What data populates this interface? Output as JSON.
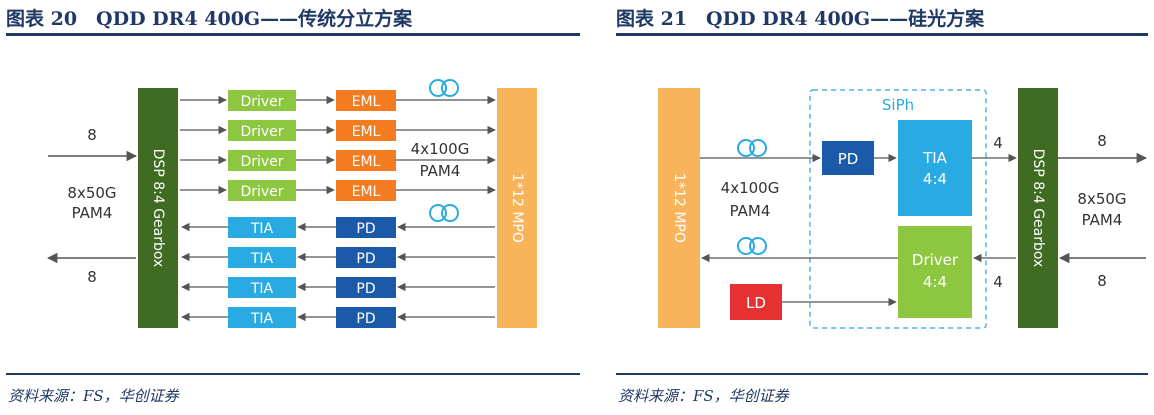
{
  "figures": [
    {
      "title": "图表 20　QDD DR4 400G——传统分立方案",
      "source": "资料来源：FS，华创证券",
      "gearbox_label": "DSP 8:4 Gearbox",
      "mpo_label": "1*12 MPO",
      "left_in_count": "8",
      "left_out_count": "8",
      "left_signal_line1": "8x50G",
      "left_signal_line2": "PAM4",
      "optical_line1": "4x100G",
      "optical_line2": "PAM4",
      "driver_label": "Driver",
      "eml_label": "EML",
      "tia_label": "TIA",
      "pd_label": "PD"
    },
    {
      "title": "图表 21　QDD DR4 400G——硅光方案",
      "source": "资料来源：FS，华创证券",
      "mpo_label": "1*12 MPO",
      "siph_label": "SiPh",
      "pd_label": "PD",
      "tia_label_line1": "TIA",
      "tia_label_line2": "4:4",
      "driver_label_line1": "Driver",
      "driver_label_line2": "4:4",
      "ld_label": "LD",
      "gearbox_label": "DSP 8:4 Gearbox",
      "optical_line1": "4x100G",
      "optical_line2": "PAM4",
      "lane_top": "4",
      "lane_bottom": "4",
      "right_out_count": "8",
      "right_in_count": "8",
      "right_signal_line1": "8x50G",
      "right_signal_line2": "PAM4"
    }
  ],
  "colors": {
    "title": "#1f3864",
    "gearbox": "#3f6b22",
    "mpo": "#f7b45a",
    "driver": "#8dc63f",
    "eml": "#f47b20",
    "tia": "#2aaae2",
    "pd": "#1b5aa8",
    "ld": "#e53131",
    "siph_border": "#4fb4e6",
    "arrow": "#555555"
  }
}
